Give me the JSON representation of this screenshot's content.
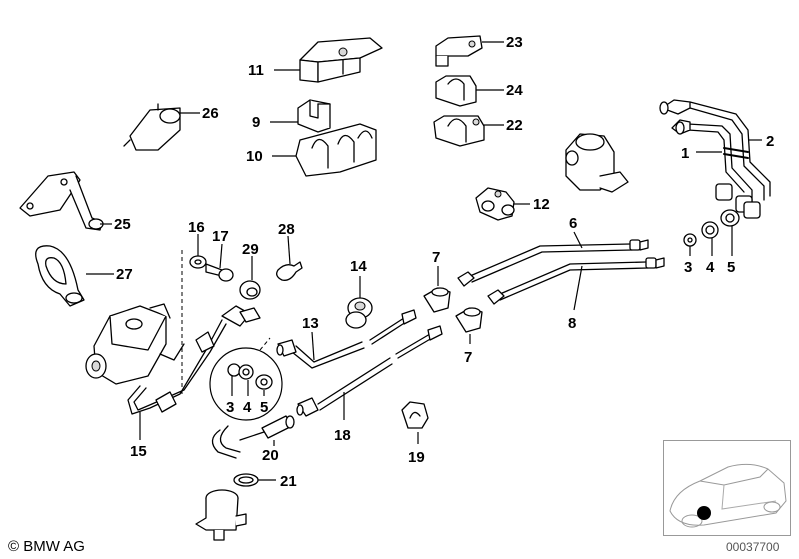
{
  "callouts": [
    {
      "id": "1",
      "text": "1"
    },
    {
      "id": "2",
      "text": "2"
    },
    {
      "id": "3a",
      "text": "3"
    },
    {
      "id": "4a",
      "text": "4"
    },
    {
      "id": "5a",
      "text": "5"
    },
    {
      "id": "3b",
      "text": "3"
    },
    {
      "id": "4b",
      "text": "4"
    },
    {
      "id": "5b",
      "text": "5"
    },
    {
      "id": "6",
      "text": "6"
    },
    {
      "id": "7a",
      "text": "7"
    },
    {
      "id": "7b",
      "text": "7"
    },
    {
      "id": "8",
      "text": "8"
    },
    {
      "id": "9",
      "text": "9"
    },
    {
      "id": "10",
      "text": "10"
    },
    {
      "id": "11",
      "text": "11"
    },
    {
      "id": "12",
      "text": "12"
    },
    {
      "id": "13",
      "text": "13"
    },
    {
      "id": "14",
      "text": "14"
    },
    {
      "id": "15",
      "text": "15"
    },
    {
      "id": "16",
      "text": "16"
    },
    {
      "id": "17",
      "text": "17"
    },
    {
      "id": "18",
      "text": "18"
    },
    {
      "id": "19",
      "text": "19"
    },
    {
      "id": "20",
      "text": "20"
    },
    {
      "id": "21",
      "text": "21"
    },
    {
      "id": "22",
      "text": "22"
    },
    {
      "id": "23",
      "text": "23"
    },
    {
      "id": "24",
      "text": "24"
    },
    {
      "id": "25",
      "text": "25"
    },
    {
      "id": "26",
      "text": "26"
    },
    {
      "id": "27",
      "text": "27"
    },
    {
      "id": "28",
      "text": "28"
    },
    {
      "id": "29",
      "text": "29"
    }
  ],
  "footer": {
    "copyright": "© BMW AG",
    "diagram_code": "00037700"
  }
}
